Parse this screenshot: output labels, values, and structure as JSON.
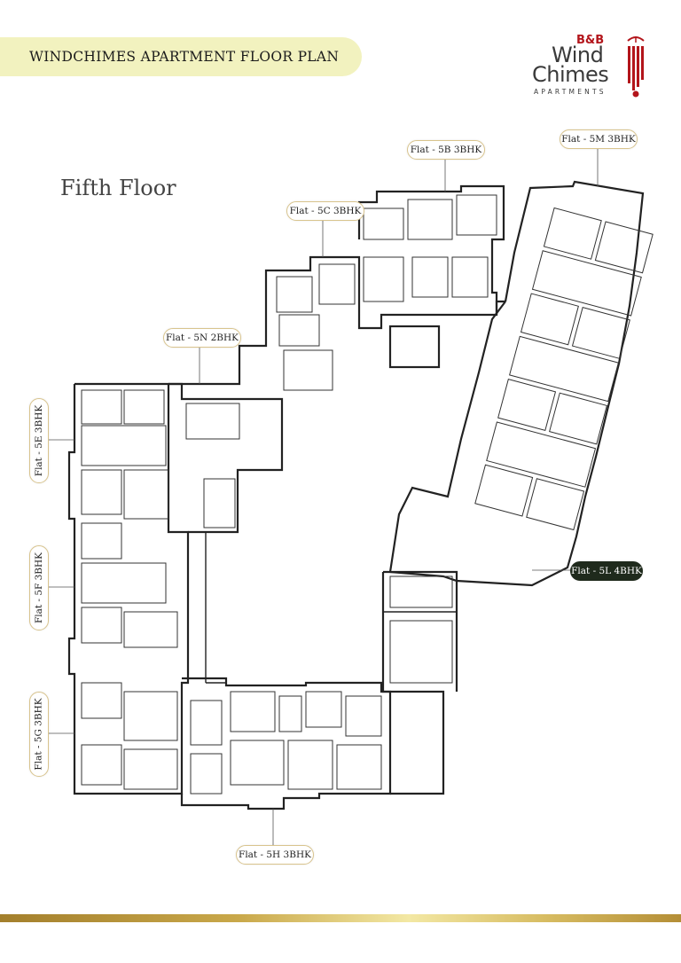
{
  "header": {
    "title": "WINDCHIMES APARTMENT FLOOR PLAN"
  },
  "logo": {
    "brand": "B&B",
    "line1": "Wind",
    "line2": "Chimes",
    "line3": "APARTMENTS",
    "accent": "#b3151b"
  },
  "floor_title": "Fifth Floor",
  "flat_labels": {
    "b": "Flat - 5B 3BHK",
    "m": "Flat - 5M 3BHK",
    "c": "Flat - 5C 3BHK",
    "n": "Flat - 5N 2BHK",
    "e": "Flat - 5E 3BHK",
    "f": "Flat - 5F 3BHK",
    "g": "Flat - 5G 3BHK",
    "h": "Flat - 5H 3BHK",
    "l": "Flat - 5L 4BHK"
  },
  "colors": {
    "header_bg": "#f2f2bf",
    "label_border": "#d9c48d",
    "highlight_label": "#1f2a1c",
    "footer_gold": "#c9a84a"
  }
}
